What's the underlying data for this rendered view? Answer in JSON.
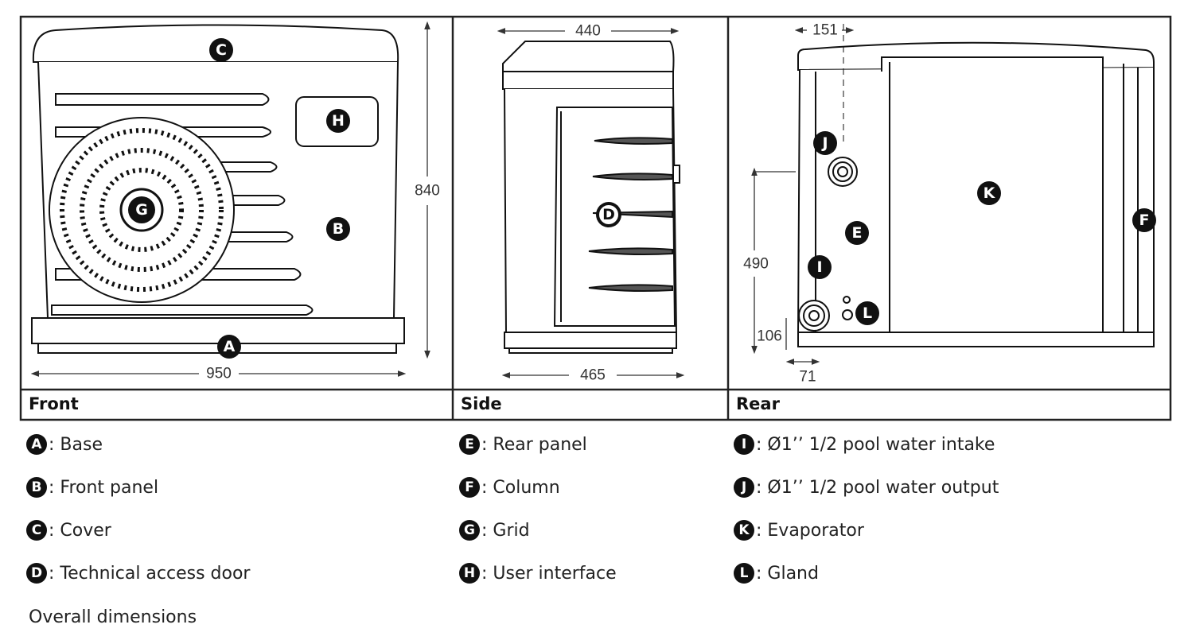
{
  "views": {
    "front": {
      "title": "Front",
      "dims": {
        "width": "950",
        "height": "840"
      }
    },
    "side": {
      "title": "Side",
      "dims": {
        "top_depth": "440",
        "base_depth": "465"
      }
    },
    "rear": {
      "title": "Rear",
      "dims": {
        "offset_top": "151",
        "pipe_height": "490",
        "base_height": "106",
        "base_offset": "71"
      }
    }
  },
  "markers": {
    "A": "A",
    "B": "B",
    "C": "C",
    "D": "D",
    "E": "E",
    "F": "F",
    "G": "G",
    "H": "H",
    "I": "I",
    "J": "J",
    "K": "K",
    "L": "L"
  },
  "legend": [
    {
      "letter": "A",
      "text": ": Base"
    },
    {
      "letter": "B",
      "text": ": Front panel"
    },
    {
      "letter": "C",
      "text": ": Cover"
    },
    {
      "letter": "D",
      "text": ": Technical access door"
    },
    {
      "letter": "E",
      "text": ": Rear panel"
    },
    {
      "letter": "F",
      "text": ": Column"
    },
    {
      "letter": "G",
      "text": ": Grid"
    },
    {
      "letter": "H",
      "text": ": User interface"
    },
    {
      "letter": "I",
      "text": ": Ø1’’ 1/2 pool water intake"
    },
    {
      "letter": "J",
      "text": ": Ø1’’ 1/2 pool water output"
    },
    {
      "letter": "K",
      "text": ": Evaporator"
    },
    {
      "letter": "L",
      "text": ": Gland"
    }
  ],
  "footer": "Overall dimensions"
}
